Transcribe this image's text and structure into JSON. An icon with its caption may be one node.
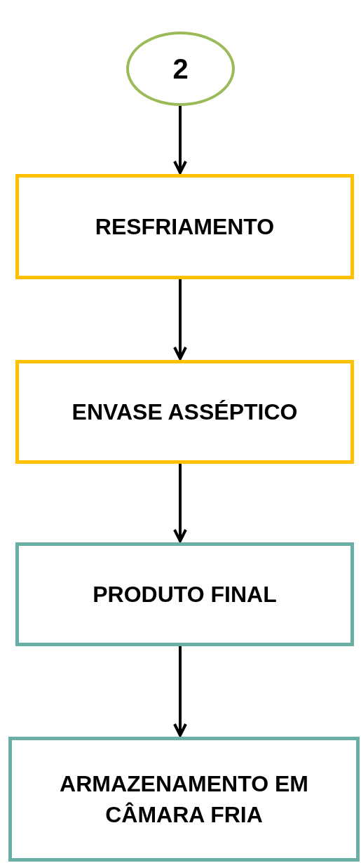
{
  "diagram": {
    "nodes": [
      {
        "text": [
          "2"
        ]
      },
      {
        "text": [
          "RESFRIAMENTO"
        ]
      },
      {
        "text": [
          "ENVASE ASSÉPTICO"
        ]
      },
      {
        "text": [
          "PRODUTO FINAL"
        ]
      },
      {
        "text": [
          "ARMAZENAMENTO EM CÂMARA FRIA"
        ]
      }
    ],
    "edges": [
      {
        "from": 0,
        "to": 1,
        "arrow": "to"
      },
      {
        "from": 1,
        "to": 2,
        "arrow": "to"
      },
      {
        "from": 2,
        "to": 3,
        "arrow": "to"
      },
      {
        "from": 3,
        "to": 4,
        "arrow": "to"
      }
    ]
  }
}
